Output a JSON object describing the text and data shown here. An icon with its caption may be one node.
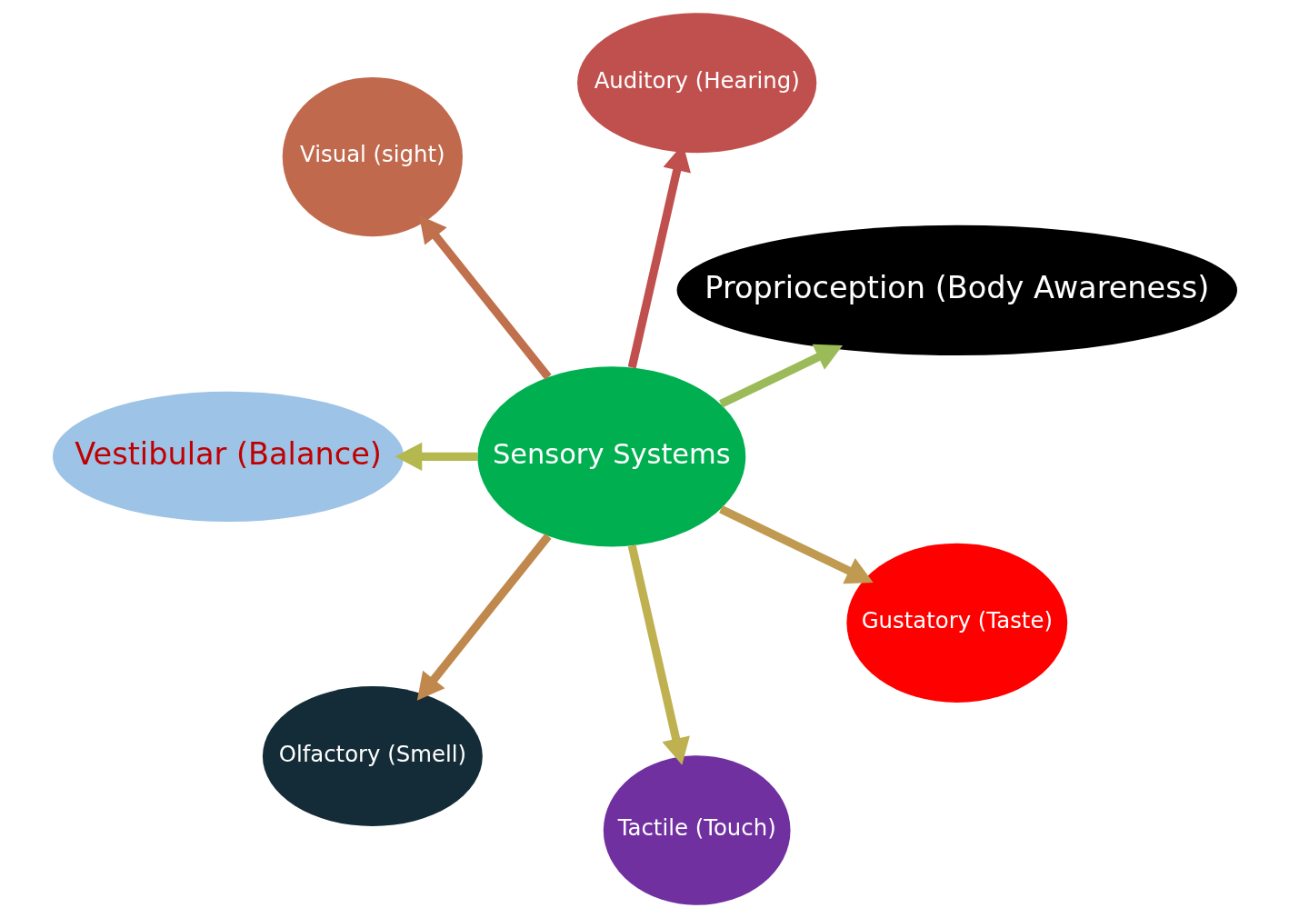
{
  "diagram": {
    "nodes": [
      {
        "text": [
          "Proprioception (Body Awareness)"
        ]
      },
      {
        "text": [
          "Auditory (Hearing)"
        ]
      },
      {
        "text": [
          "Visual (sight)"
        ]
      },
      {
        "text": [
          "Vestibular (Balance)"
        ]
      },
      {
        "text": [
          "Sensory Systems"
        ]
      },
      {
        "text": [
          "Olfactory (Smell)"
        ]
      },
      {
        "text": [
          "Tactile (Touch)"
        ]
      },
      {
        "text": [
          "Gustatory (Taste)"
        ]
      }
    ],
    "edges": [
      {
        "from": 4,
        "to": 1,
        "arrow": "to",
        "color": "#c0504d"
      },
      {
        "from": 4,
        "to": 0,
        "arrow": "to",
        "color": "#9bbb59"
      },
      {
        "from": 4,
        "to": 3,
        "arrow": "to",
        "color": "#b4b84f"
      },
      {
        "from": 4,
        "to": 6,
        "arrow": "to",
        "color": "#bfb050"
      },
      {
        "from": 4,
        "to": 7,
        "arrow": "to",
        "color": "#c09a50"
      },
      {
        "from": 4,
        "to": 5,
        "arrow": "to",
        "color": "#c0884d"
      },
      {
        "from": 4,
        "to": 2,
        "arrow": "to",
        "color": "#c0704d"
      }
    ]
  }
}
